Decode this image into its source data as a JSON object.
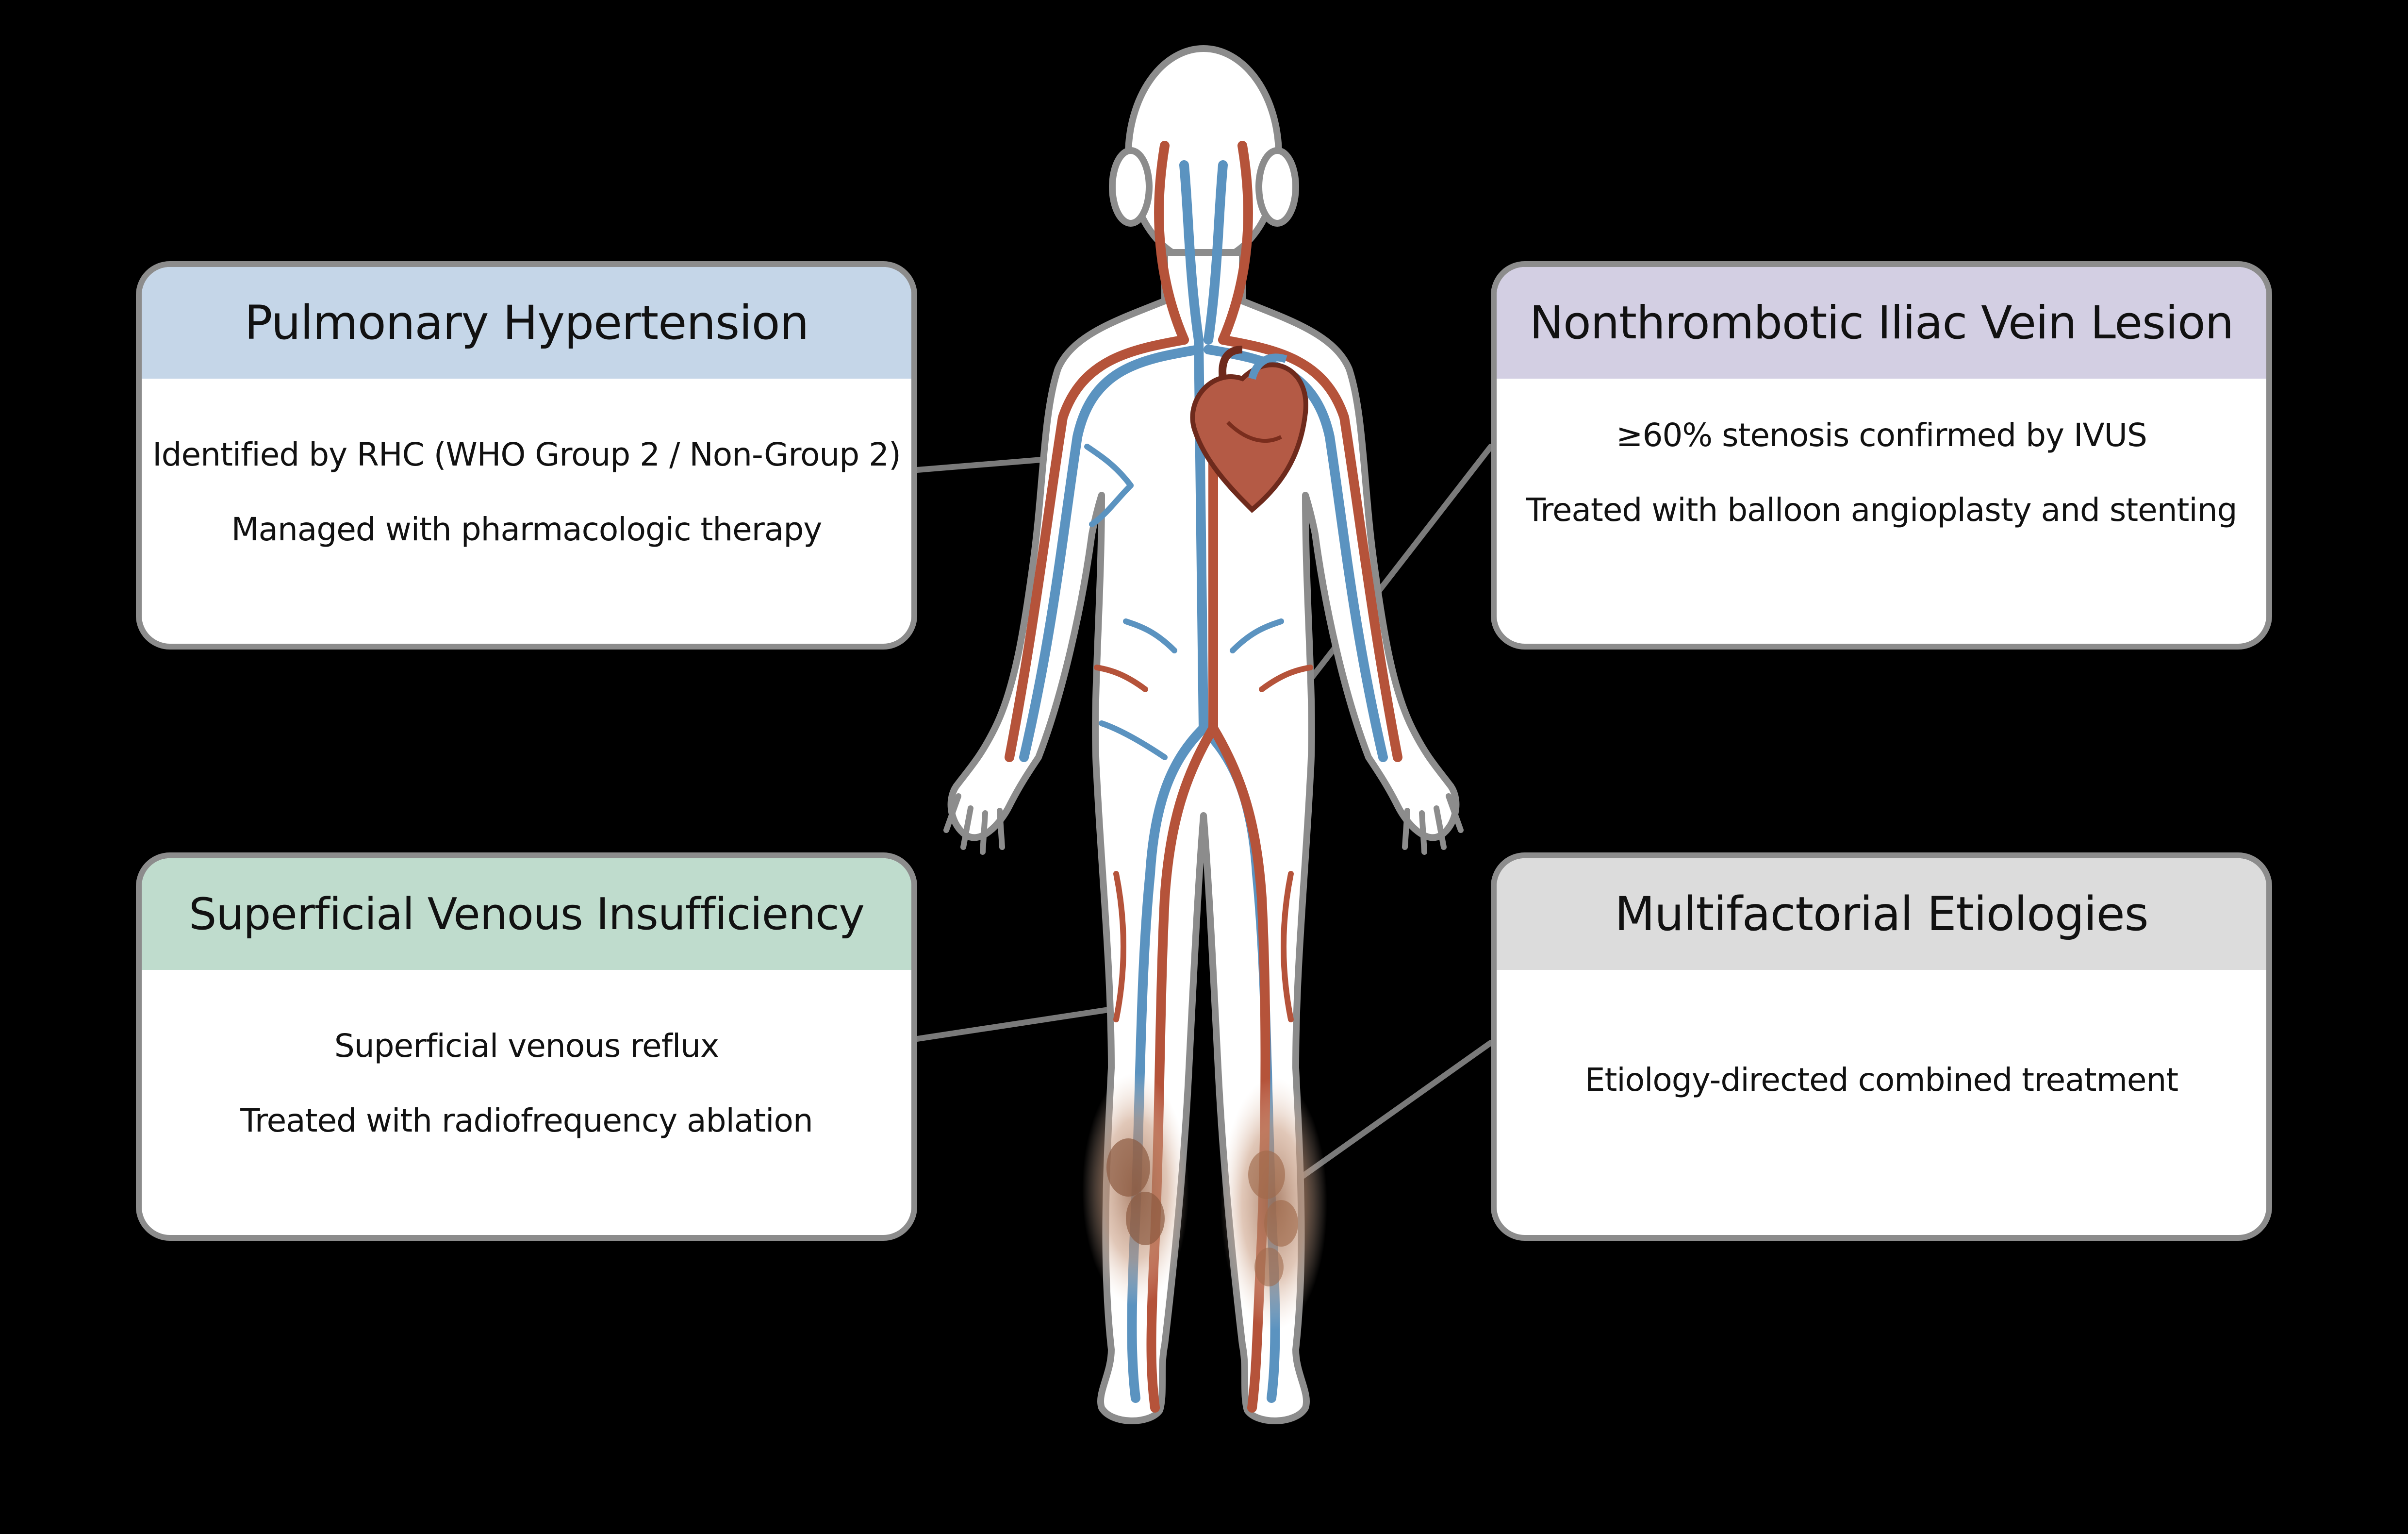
{
  "colors": {
    "background": "#000000",
    "artery": "#b5533a",
    "vein": "#5b93c0",
    "body_fill": "#ffffff",
    "body_outline": "#8c8c8c",
    "connector": "#7a7a7a"
  },
  "cards": {
    "pulmonary_hypertension": {
      "title": "Pulmonary Hypertension",
      "header_color": "#c5d6e8",
      "lines": [
        "Identified by RHC (WHO Group 2 / Non-Group 2)",
        "Managed with pharmacologic therapy"
      ]
    },
    "iliac_vein_lesion": {
      "title": "Nonthrombotic Iliac Vein Lesion",
      "header_color": "#d3cfe3",
      "lines": [
        "≥60% stenosis confirmed by IVUS",
        "Treated with balloon angioplasty and stenting"
      ]
    },
    "superficial_venous": {
      "title": "Superficial Venous Insufficiency",
      "header_color": "#bfdccd",
      "lines": [
        "Superficial venous reflux",
        "Treated with radiofrequency ablation"
      ]
    },
    "multifactorial": {
      "title": "Multifactorial Etiologies",
      "header_color": "#dcdcdc",
      "lines": [
        "Etiology-directed combined treatment"
      ]
    }
  },
  "illustration": {
    "figure": "human-body-circulatory-system",
    "organ": "heart-icon",
    "lesions": "leg-ulcer-icon"
  }
}
